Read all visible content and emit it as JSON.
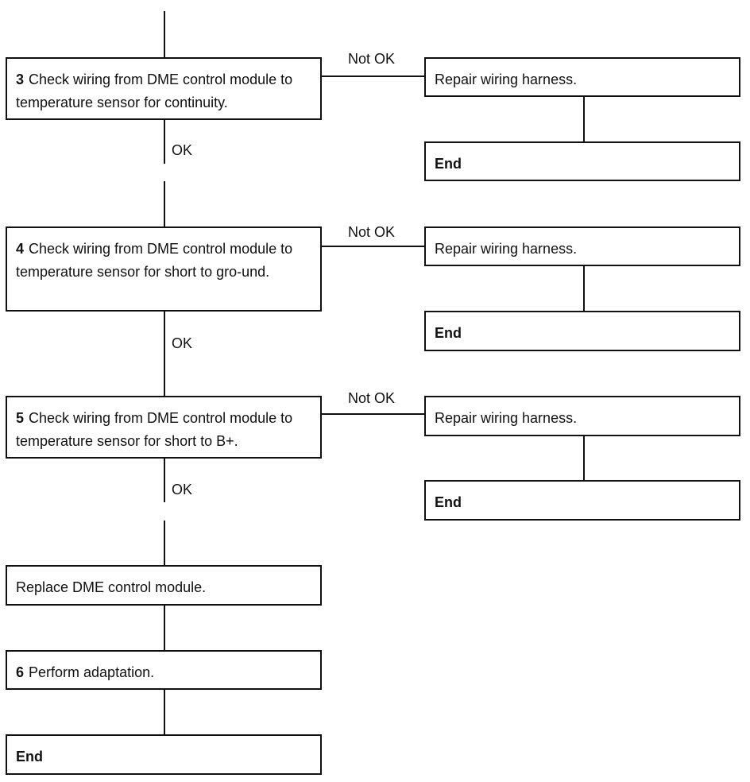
{
  "steps": {
    "step3": {
      "number": "3",
      "text": "Check wiring from DME control module to temperature sensor for continuity."
    },
    "step4": {
      "number": "4",
      "text": "Check wiring from DME control module to temperature sensor for short to gro-und."
    },
    "step5": {
      "number": "5",
      "text": "Check wiring from DME control module to temperature sensor for short to B+."
    },
    "replace": {
      "text": "Replace DME control module."
    },
    "step6": {
      "number": "6",
      "text": "Perform adaptation."
    },
    "end": {
      "text": "End"
    }
  },
  "branches": {
    "repair_text": "Repair wiring harness.",
    "end_text": "End"
  },
  "labels": {
    "not_ok": "Not OK",
    "ok": "OK"
  }
}
